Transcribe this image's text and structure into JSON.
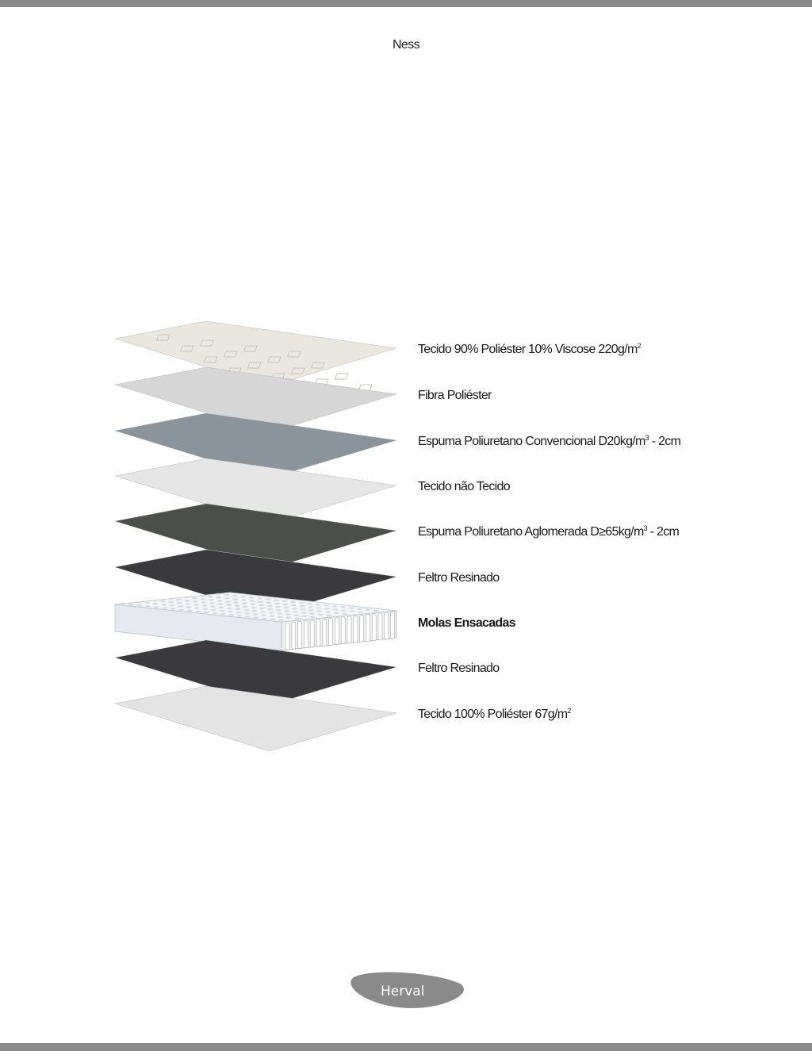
{
  "title": "Ness",
  "layers": [
    {
      "label": "Tecido 90% Poliéster 10% Viscose 220g/m",
      "sup": "2",
      "after": "",
      "bold": false,
      "color": "#e9e7e0",
      "texture": "quilted"
    },
    {
      "label": "Fibra Poliéster",
      "sup": "",
      "after": "",
      "bold": false,
      "color": "#d6d6d6",
      "texture": "flat"
    },
    {
      "label": "Espuma Poliuretano Convencional D20kg/m",
      "sup": "3",
      "after": " - 2cm",
      "bold": false,
      "color": "#8b949b",
      "texture": "flat"
    },
    {
      "label": "Tecido não Tecido",
      "sup": "",
      "after": "",
      "bold": false,
      "color": "#e6e6e6",
      "texture": "flat"
    },
    {
      "label": "Espuma Poliuretano Aglomerada D≥65kg/m",
      "sup": "3",
      "after": " - 2cm",
      "bold": false,
      "color": "#4b4e4b",
      "texture": "flat"
    },
    {
      "label": "Feltro Resinado",
      "sup": "",
      "after": "",
      "bold": false,
      "color": "#3a3a3c",
      "texture": "flat"
    },
    {
      "label": "Molas Ensacadas",
      "sup": "",
      "after": "",
      "bold": true,
      "color": "#e4e8ee",
      "texture": "springs"
    },
    {
      "label": "Feltro Resinado",
      "sup": "",
      "after": "",
      "bold": false,
      "color": "#3a3a3c",
      "texture": "flat"
    },
    {
      "label": "Tecido 100% Poliéster 67g/m",
      "sup": "2",
      "after": "",
      "bold": false,
      "color": "#e4e4e4",
      "texture": "flat"
    }
  ],
  "logo": {
    "text": "Herval",
    "color": "#8a8a8a"
  }
}
